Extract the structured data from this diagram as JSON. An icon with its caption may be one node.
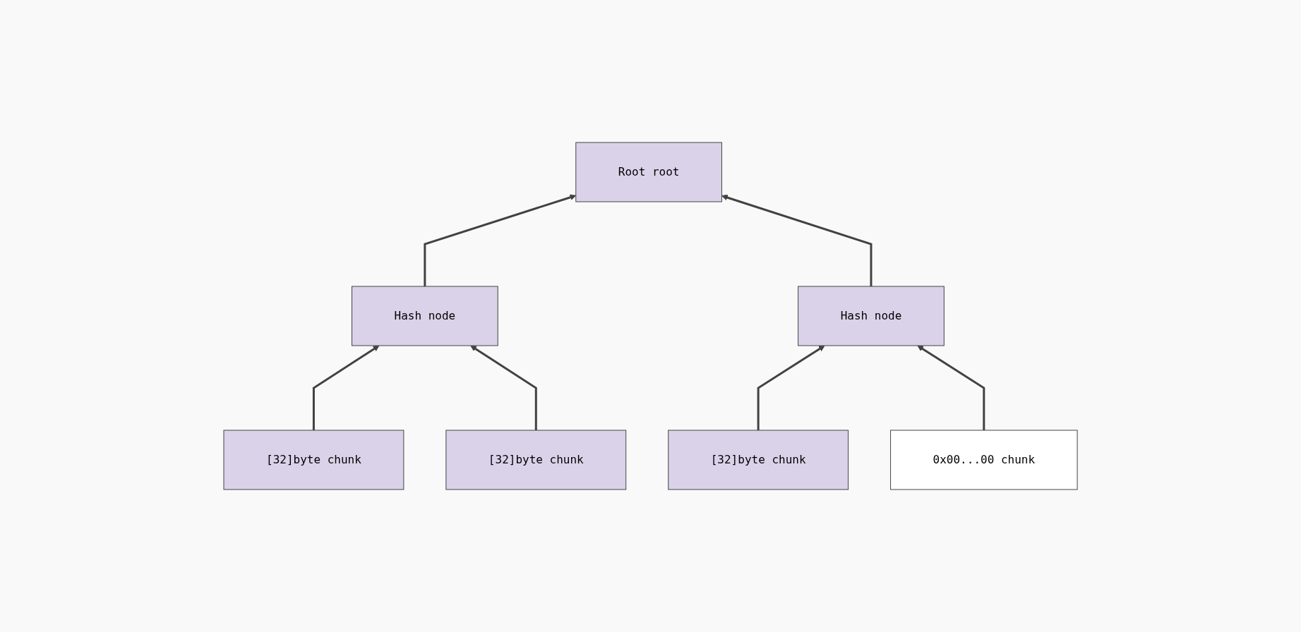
{
  "diagram": {
    "nodes": [
      {
        "text": [
          "Root root"
        ]
      },
      {
        "text": [
          "Hash node"
        ]
      },
      {
        "text": [
          "Hash node"
        ]
      },
      {
        "text": [
          "[32]byte chunk"
        ]
      },
      {
        "text": [
          "[32]byte chunk"
        ]
      },
      {
        "text": [
          "[32]byte chunk"
        ]
      },
      {
        "text": [
          "0x00...00 chunk"
        ]
      }
    ],
    "edges": [
      {
        "from": 1,
        "to": 0,
        "arrow": "to"
      },
      {
        "from": 2,
        "to": 0,
        "arrow": "to"
      },
      {
        "from": 3,
        "to": 1,
        "arrow": "to"
      },
      {
        "from": 4,
        "to": 1,
        "arrow": "to"
      },
      {
        "from": 5,
        "to": 2,
        "arrow": "to"
      },
      {
        "from": 6,
        "to": 2,
        "arrow": "to"
      }
    ]
  }
}
